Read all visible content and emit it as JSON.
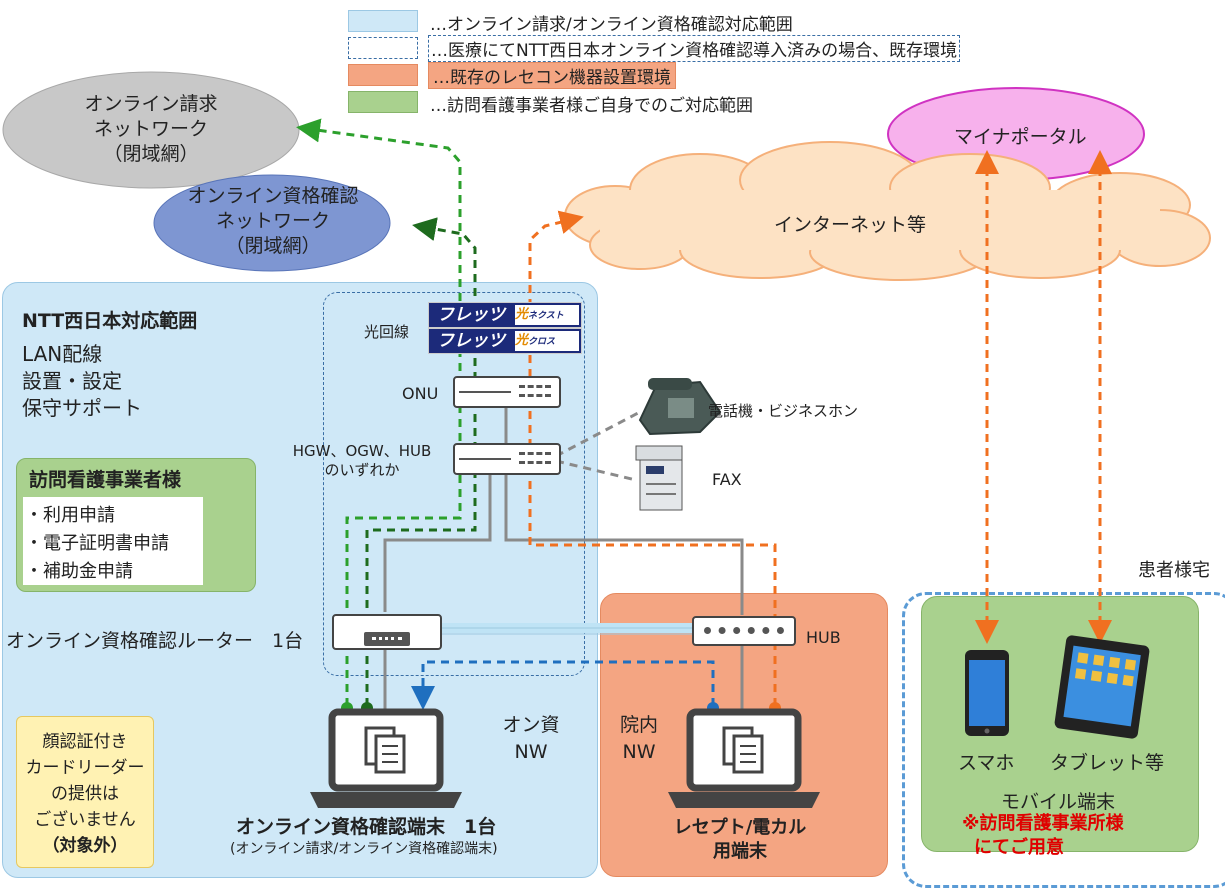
{
  "legend": [
    {
      "text": "…オンライン請求/オンライン資格確認対応範囲",
      "color": "#cfe8f7"
    },
    {
      "text": "…医療にてNTT西日本オンライン資格確認導入済みの場合、既存環境",
      "color": "#ffffff"
    },
    {
      "text": "…既存のレセコン機器設置環境",
      "color": "#f4a582"
    },
    {
      "text": "…訪問看護事業者様ご自身でのご対応範囲",
      "color": "#a9d18e"
    }
  ],
  "networks": {
    "claim": {
      "line1": "オンライン請求",
      "line2": "ネットワーク",
      "line3": "（閉域網）"
    },
    "eligibility": {
      "line1": "オンライン資格確認",
      "line2": "ネットワーク",
      "line3": "（閉域網）"
    },
    "internet": "インターネット等",
    "mynaportal": "マイナポータル"
  },
  "ntt_scope": {
    "title": "NTT西日本対応範囲",
    "items": [
      "LAN配線",
      "設置・設定",
      "保守サポート"
    ]
  },
  "provider": {
    "title": "訪問看護事業者様",
    "items": [
      "・利用申請",
      "・電子証明書申請",
      "・補助金申請"
    ]
  },
  "flets": {
    "brand": "フレッツ",
    "hikari": "光",
    "next": "ネクスト",
    "cross": "クロス"
  },
  "labels": {
    "fiber": "光回線",
    "onu": "ONU",
    "hgw_line1": "HGW、OGW、HUB",
    "hgw_line2": "のいずれか",
    "phone": "電話機・ビジネスホン",
    "fax": "FAX",
    "router": "オンライン資格確認ルーター　1台",
    "hub": "HUB",
    "on_nw_line1": "オン資",
    "on_nw_line2": "NW",
    "in_nw_line1": "院内",
    "in_nw_line2": "NW",
    "terminal_title": "オンライン資格確認端末　1台",
    "terminal_sub": "(オンライン請求/オンライン資格確認端末)",
    "rece_line1": "レセプト/電カル",
    "rece_line2": "用端末",
    "patient_home": "患者様宅",
    "smartphone": "スマホ",
    "tablet": "タブレット等",
    "mobile": "モバイル端末",
    "note_line1": "※訪問看護事業所様",
    "note_line2": "にてご用意"
  },
  "card_reader": {
    "lines": [
      "顔認証付き",
      "カードリーダー",
      "の提供は",
      "ございません"
    ],
    "note": "（対象外）"
  },
  "colors": {
    "online_green": "#2ca02c",
    "dark_green": "#1e6b1e",
    "orange": "#f07020",
    "blue": "#1f6fbf",
    "gray": "#888888"
  }
}
